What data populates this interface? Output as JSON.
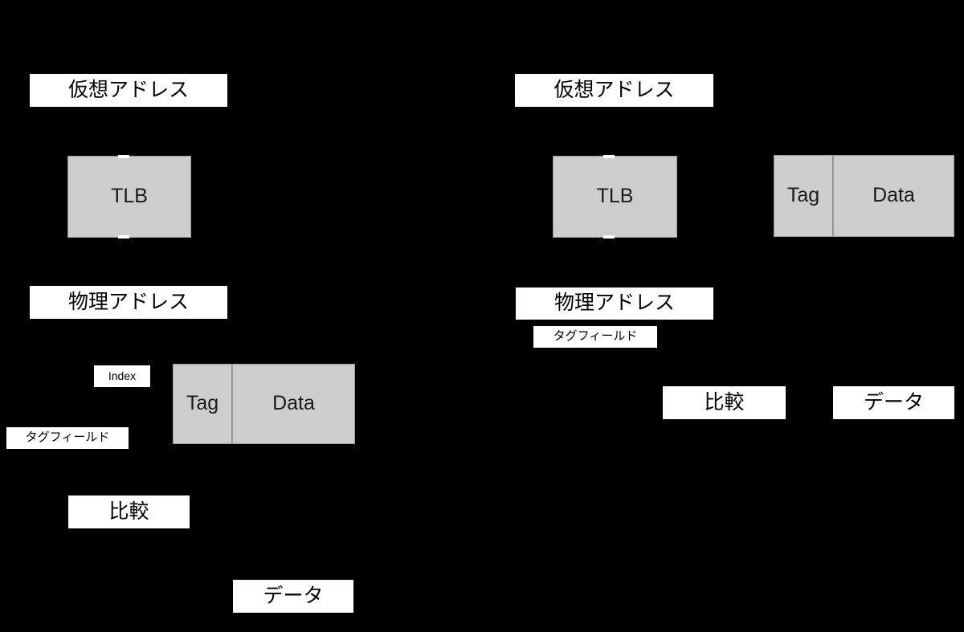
{
  "diagram": {
    "background_color": "#000000",
    "label_box_color": "#ffffff",
    "block_color": "#cdcdcd",
    "block_border_color": "#9a9a9a",
    "text_color": "#000000"
  },
  "left_panel": {
    "virtual_address": "仮想アドレス",
    "tlb": "TLB",
    "physical_address": "物理アドレス",
    "index": "Index",
    "tag_field": "タグフィールド",
    "cache_tag": "Tag",
    "cache_data": "Data",
    "compare": "比較",
    "data_out": "データ"
  },
  "right_panel": {
    "virtual_address": "仮想アドレス",
    "tlb": "TLB",
    "physical_address": "物理アドレス",
    "tag_field": "タグフィールド",
    "cache_tag": "Tag",
    "cache_data": "Data",
    "compare": "比較",
    "data_out": "データ"
  }
}
